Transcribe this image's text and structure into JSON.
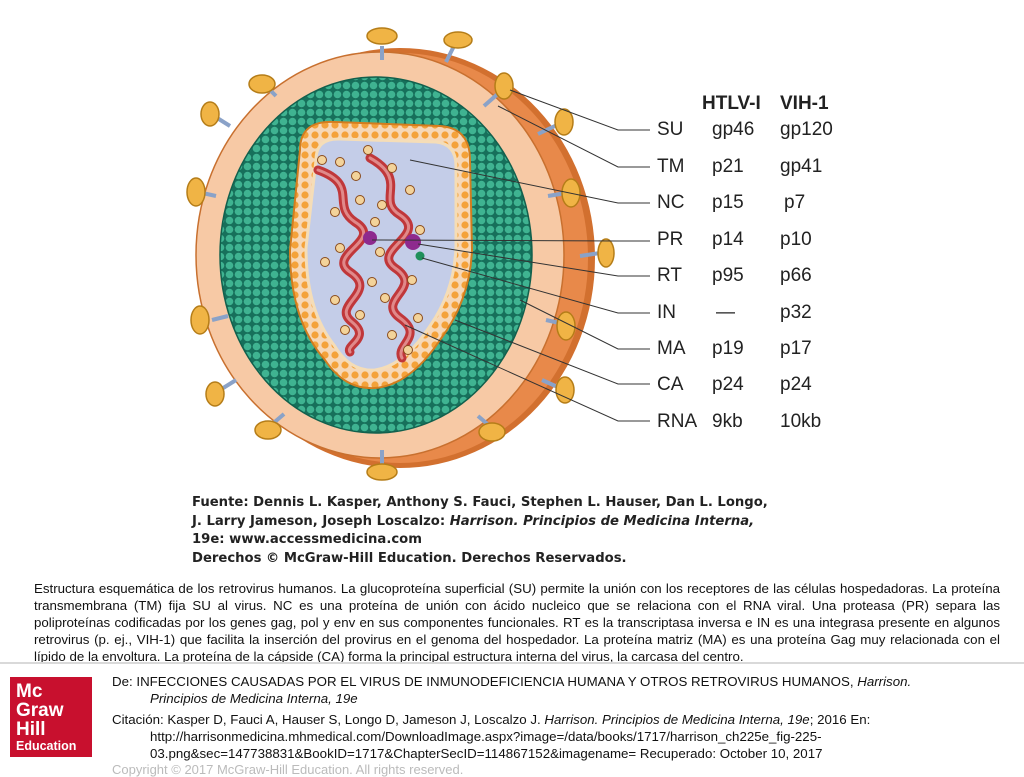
{
  "table": {
    "headers": [
      "HTLV-I",
      "VIH-1"
    ],
    "rows": [
      {
        "abbr": "SU",
        "htlv": "gp46",
        "vih": "gp120"
      },
      {
        "abbr": "TM",
        "htlv": "p21",
        "vih": "gp41"
      },
      {
        "abbr": "NC",
        "htlv": "p15",
        "vih": "p7"
      },
      {
        "abbr": "PR",
        "htlv": "p14",
        "vih": "p10"
      },
      {
        "abbr": "RT",
        "htlv": "p95",
        "vih": "p66"
      },
      {
        "abbr": "IN",
        "htlv": "—",
        "vih": "p32"
      },
      {
        "abbr": "MA",
        "htlv": "p19",
        "vih": "p17"
      },
      {
        "abbr": "CA",
        "htlv": "p24",
        "vih": "p24"
      },
      {
        "abbr": "RNA",
        "htlv": "9kb",
        "vih": "10kb"
      }
    ]
  },
  "source": {
    "line1": "Fuente: Dennis L. Kasper, Anthony S. Fauci, Stephen L. Hauser, Dan L. Longo,",
    "line2a": "J. Larry Jameson, Joseph Loscalzo: ",
    "line2b": "Harrison. Principios de Medicina Interna,",
    "line3": "19e: www.accessmedicina.com",
    "line4": "Derechos © McGraw-Hill Education. Derechos Reservados."
  },
  "caption": "Estructura esquemática de los retrovirus humanos. La glucoproteína superficial (SU) permite la unión con los receptores de las células hospedadoras. La proteína transmembrana (TM) fija SU al virus. NC es una proteína de unión con ácido nucleico que se relaciona con el RNA viral. Una proteasa (PR) separa las poliproteínas codificadas por los genes gag, pol y env en sus componentes funcionales. RT es la transcriptasa inversa e IN es una integrasa presente en algunos retrovirus (p. ej., VIH-1) que facilita la inserción del provirus en el genoma del hospedador. La proteína matriz (MA) es una proteína Gag muy relacionada con el lípido de la envoltura. La proteína de la cápside (CA) forma la principal estructura interna del virus, la carcasa del centro.",
  "citation": {
    "de_prefix": "De: INFECCIONES CAUSADAS POR EL VIRUS DE INMUNODEFICIENCIA HUMANA Y OTROS RETROVIRUS HUMANOS, ",
    "de_book": "Harrison.",
    "de_book2": "Principios de Medicina Interna, 19e",
    "cit_prefix": "Citación: Kasper D, Fauci A, Hauser S, Longo D, Jameson J, Loscalzo J. ",
    "cit_book": "Harrison. Principios de Medicina Interna, 19e",
    "cit_suffix": "; 2016 En:",
    "url1": "http://harrisonmedicina.mhmedical.com/DownloadImage.aspx?image=/data/books/1717/harrison_ch225e_fig-225-",
    "url2": "03.png&sec=147738831&BookID=1717&ChapterSecID=114867152&imagename= Recuperado: October 10, 2017"
  },
  "logo": {
    "line1": "Mc",
    "line2": "Graw",
    "line3": "Hill",
    "line4": "Education"
  },
  "copyright": "Copyright © 2017 McGraw-Hill Education. All rights reserved.",
  "colors": {
    "envelope": "#f7c9a5",
    "envelope_edge": "#d2702f",
    "matrix": "#1f8f74",
    "capsid": "#f2a53a",
    "core": "#c4cde8",
    "rna": "#c0373a",
    "glycoprotein": "#f0b445",
    "logo": "#c8102e"
  }
}
